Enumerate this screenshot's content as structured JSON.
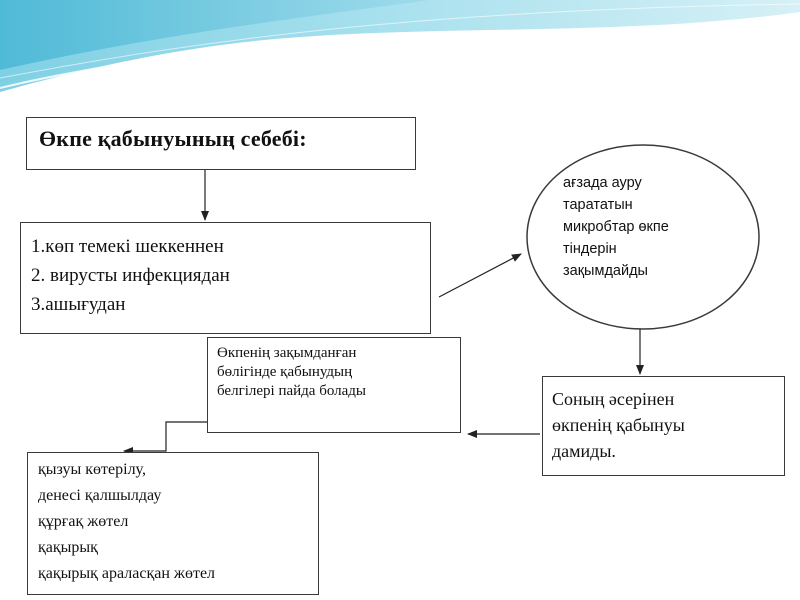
{
  "diagram": {
    "title": "Өкпе қабынуының себебі:",
    "causes": [
      "1.көп темекі шеккеннен",
      "2. вирусты инфекциядан",
      "3.ашығудан"
    ],
    "microbes": [
      "ағзада ауру",
      "тарататын",
      "микробтар өкпе",
      "тіндерін",
      "зақымдайды"
    ],
    "result": [
      "Соның әсерінен",
      "өкпенің қабынуы",
      "дамиды."
    ],
    "signs": [
      "Өкпенің зақымданған",
      "бөлігінде қабынудың",
      "белгілері пайда болады"
    ],
    "symptoms": [
      "қызуы көтерілу,",
      "денесі қалшылдау",
      "құрғақ жөтел",
      "қақырық",
      "қақырық араласқан жөтел"
    ]
  }
}
